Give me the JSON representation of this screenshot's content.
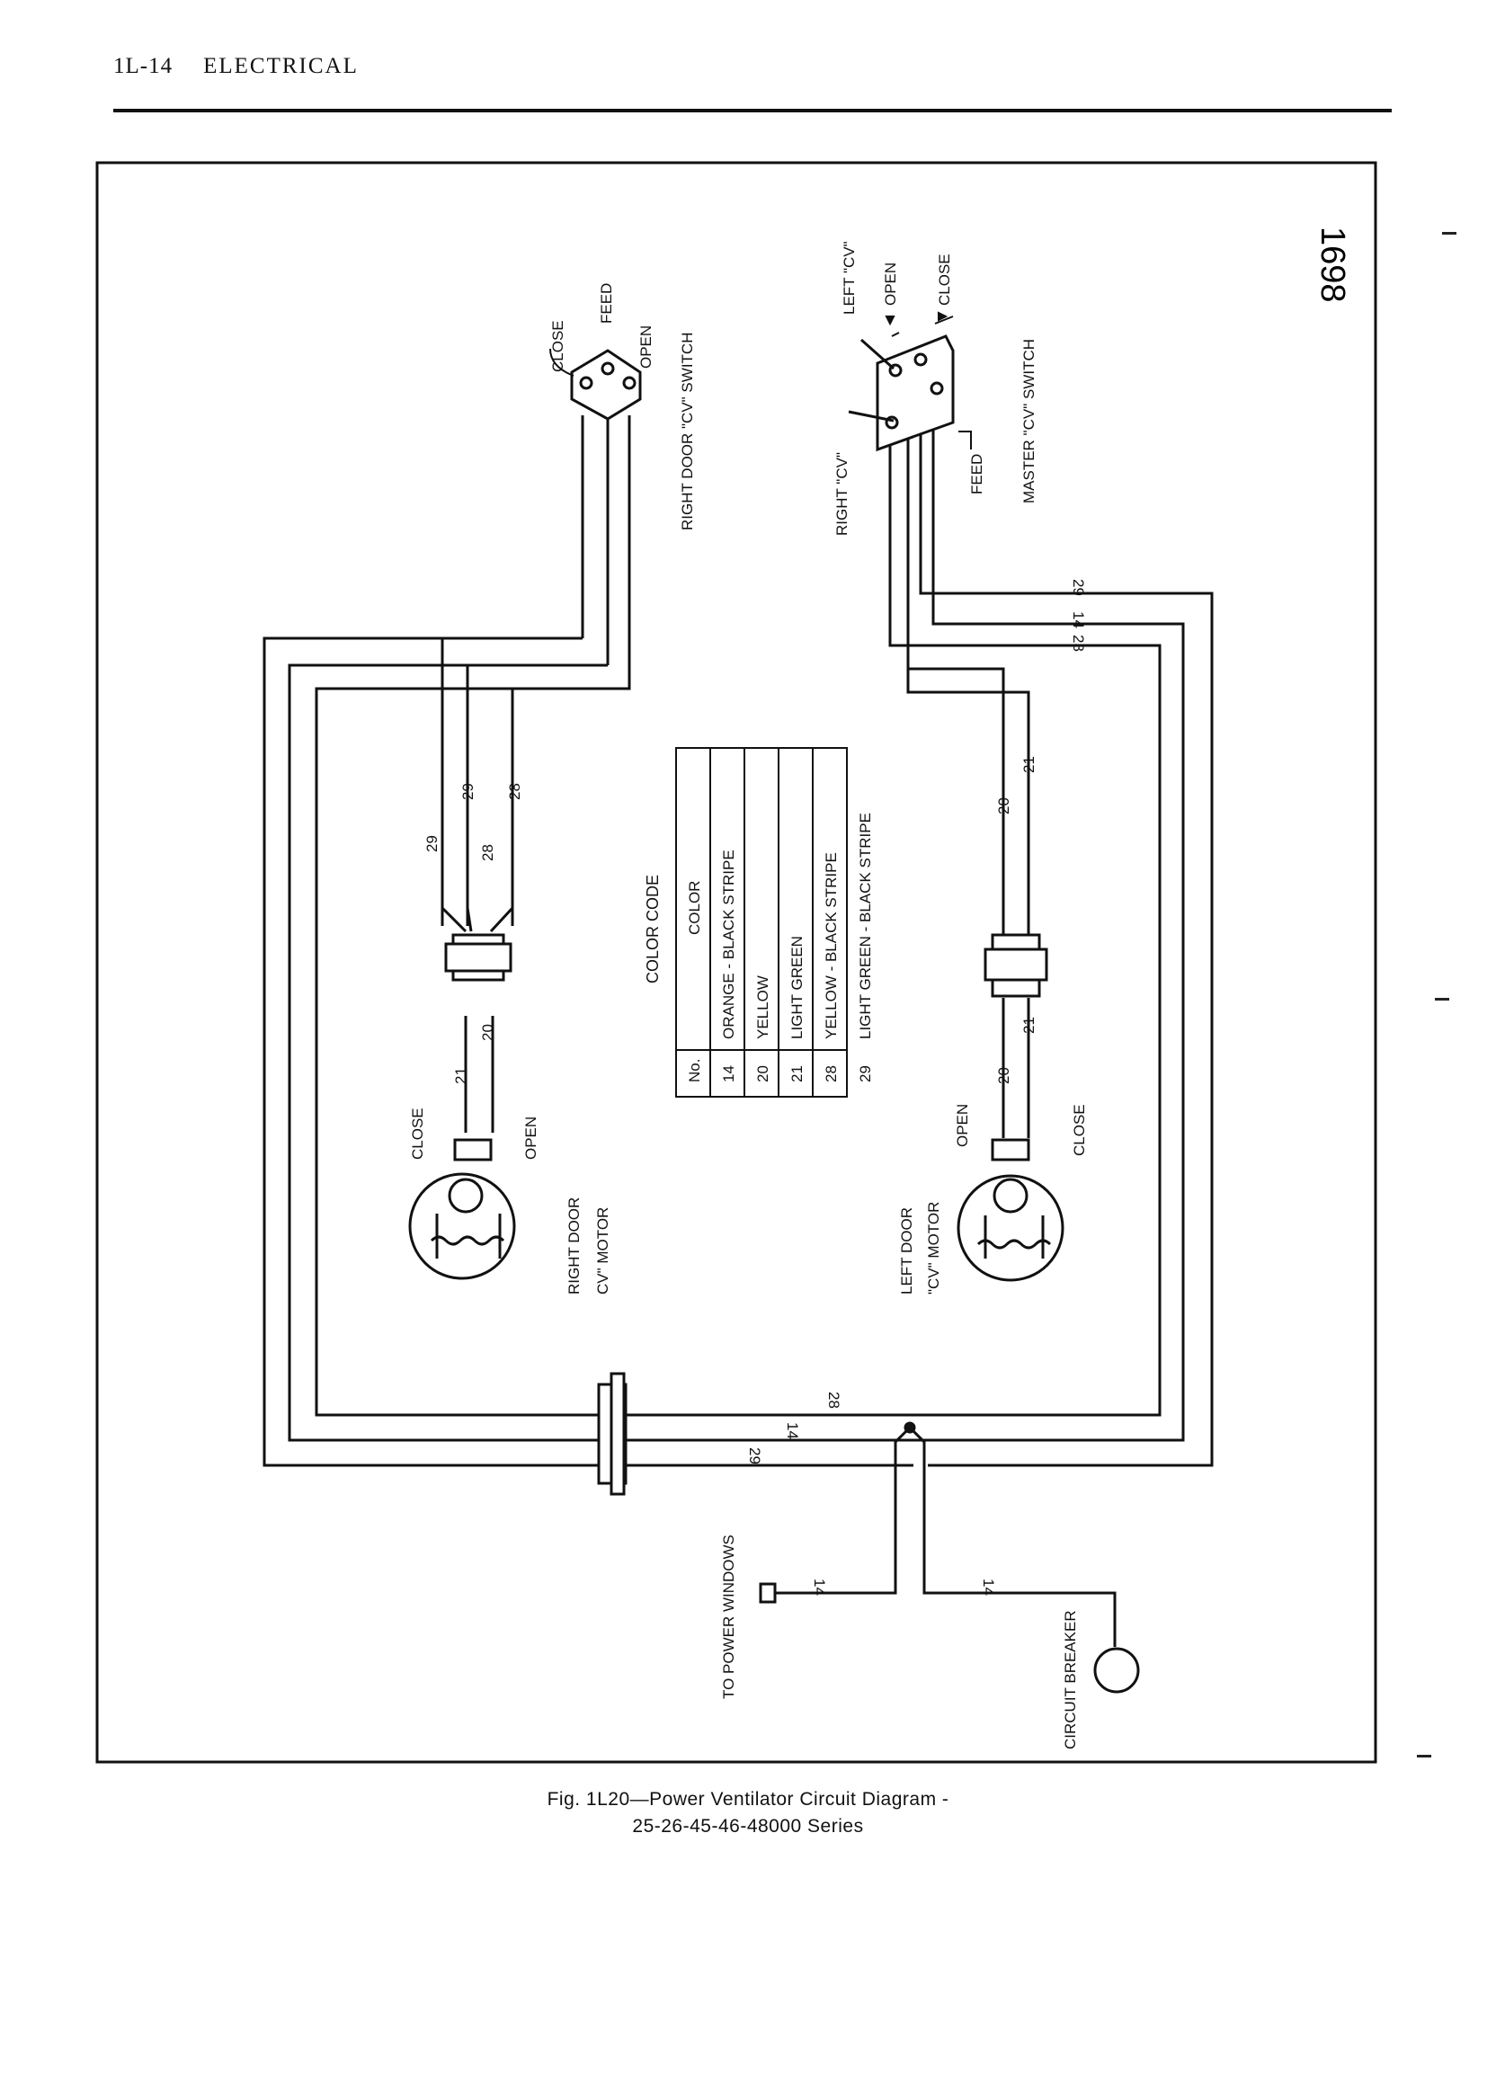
{
  "header": {
    "page_id": "1L-14",
    "section": "ELECTRICAL"
  },
  "figure": {
    "number_stamp": "1698",
    "caption_line1": "Fig. 1L20—Power Ventilator Circuit Diagram -",
    "caption_line2": "25-26-45-46-48000 Series"
  },
  "components": {
    "right_door_switch": {
      "label": "RIGHT DOOR \"CV\" SWITCH",
      "close": "CLOSE",
      "feed": "FEED",
      "open": "OPEN"
    },
    "master_switch": {
      "label": "MASTER \"CV\" SWITCH",
      "left_cv": "LEFT \"CV\"",
      "right_cv": "RIGHT \"CV\"",
      "open": "OPEN",
      "close": "CLOSE",
      "feed": "FEED"
    },
    "right_door_motor": {
      "label1": "RIGHT DOOR",
      "label2": "CV\" MOTOR",
      "close": "CLOSE",
      "open": "OPEN"
    },
    "left_door_motor": {
      "label1": "LEFT DOOR",
      "label2": "\"CV\" MOTOR",
      "open": "OPEN",
      "close": "CLOSE"
    },
    "power_windows": "TO POWER WINDOWS",
    "circuit_breaker": "CIRCUIT BREAKER"
  },
  "color_code": {
    "title": "COLOR CODE",
    "headers": [
      "No.",
      "COLOR"
    ],
    "rows": [
      {
        "no": "14",
        "color": "ORANGE - BLACK STRIPE"
      },
      {
        "no": "20",
        "color": "YELLOW"
      },
      {
        "no": "21",
        "color": "LIGHT GREEN"
      },
      {
        "no": "28",
        "color": "YELLOW - BLACK STRIPE"
      },
      {
        "no": "29",
        "color": "LIGHT GREEN - BLACK STRIPE"
      }
    ]
  },
  "wire_labels": {
    "w29": "29",
    "w28": "28",
    "w14": "14",
    "w20": "20",
    "w21": "21"
  }
}
